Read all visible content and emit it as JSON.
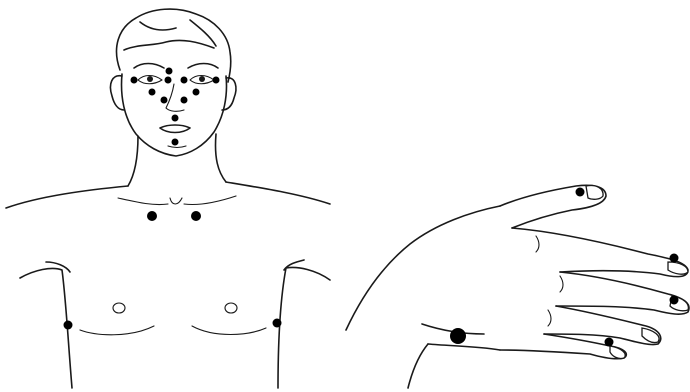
{
  "illustration": {
    "subjects": [
      "face-and-torso",
      "hand"
    ],
    "line_color": "#1a1a1a",
    "background": "#ffffff",
    "marker_color": "#000000"
  },
  "points": {
    "face": {
      "count": 11
    },
    "chest": {
      "count": 2
    },
    "torso_sides": {
      "count": 2
    },
    "hand": {
      "count": 5
    }
  }
}
